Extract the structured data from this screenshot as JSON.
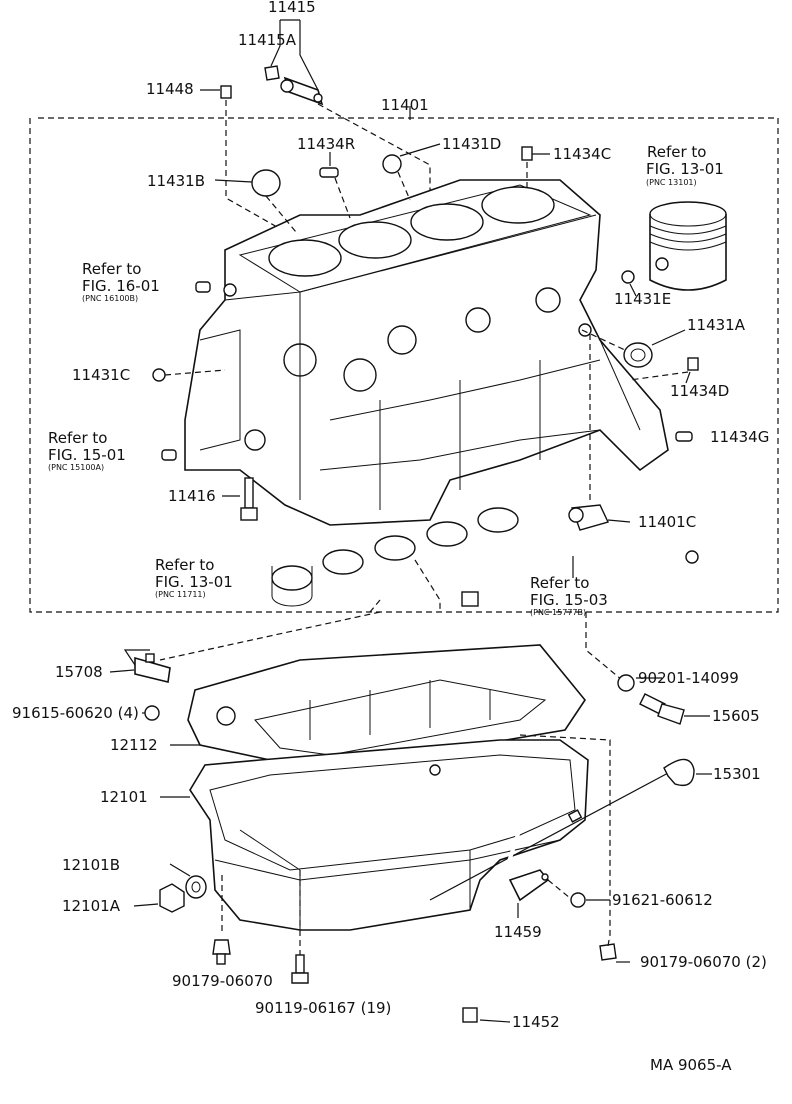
{
  "labels": {
    "p11415": "11415",
    "p11415A": "11415A",
    "p11448": "11448",
    "p11401": "11401",
    "p11434R": "11434R",
    "p11431D": "11431D",
    "p11434C": "11434C",
    "p11431B": "11431B",
    "p11431E": "11431E",
    "p11431A": "11431A",
    "p11434D": "11434D",
    "p11431C": "11431C",
    "p11434G": "11434G",
    "p11416": "11416",
    "p11401C": "11401C",
    "p15708": "15708",
    "p91615": "91615-60620 (4)",
    "p90201": "90201-14099",
    "p15605": "15605",
    "p12112": "12112",
    "p12101": "12101",
    "p15301": "15301",
    "p12101B": "12101B",
    "p12101A": "12101A",
    "p91621": "91621-60612",
    "p11459": "11459",
    "p90179a": "90179-06070",
    "p90179b": "90179-06070 (2)",
    "p90119": "90119-06167 (19)",
    "p11452": "11452",
    "code": "MA 9065-A"
  },
  "refs": [
    {
      "line1": "Refer to",
      "line2": "FIG. 13-01",
      "pnc": "(PNC 13101)"
    },
    {
      "line1": "Refer to",
      "line2": "FIG. 16-01",
      "pnc": "(PNC 16100B)"
    },
    {
      "line1": "Refer to",
      "line2": "FIG. 15-01",
      "pnc": "(PNC 15100A)"
    },
    {
      "line1": "Refer to",
      "line2": "FIG. 13-01",
      "pnc": "(PNC 11711)"
    },
    {
      "line1": "Refer to",
      "line2": "FIG. 15-03",
      "pnc": "(PNC 15777B)"
    }
  ]
}
